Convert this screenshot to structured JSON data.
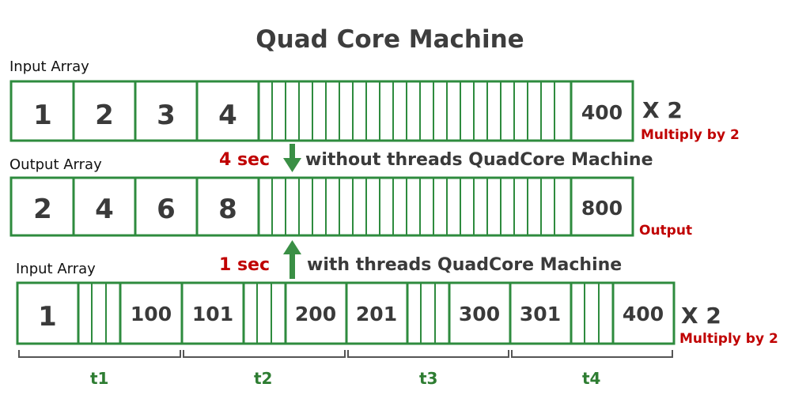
{
  "title": "Quad Core Machine",
  "colors": {
    "border": "#2e8b3e",
    "arrow": "#3a8f45",
    "accent": "#c00000",
    "thread_label": "#2e7d32"
  },
  "top_input": {
    "label": "Input Array",
    "cells": [
      "1",
      "2",
      "3",
      "4"
    ],
    "last": "400",
    "multiplier": "X 2",
    "multiplier_note": "Multiply by 2"
  },
  "without_threads": {
    "time": "4 sec",
    "text": "without threads QuadCore Machine"
  },
  "output": {
    "label": "Output Array",
    "cells": [
      "2",
      "4",
      "6",
      "8"
    ],
    "last": "800",
    "note": "Output"
  },
  "with_threads": {
    "time": "1 sec",
    "text": "with threads QuadCore Machine"
  },
  "bottom_input": {
    "label": "Input Array",
    "cells": [
      "1",
      "100",
      "101",
      "200",
      "201",
      "300",
      "301",
      "400"
    ],
    "multiplier": "X 2",
    "multiplier_note": "Multiply by 2"
  },
  "threads": [
    "t1",
    "t2",
    "t3",
    "t4"
  ]
}
